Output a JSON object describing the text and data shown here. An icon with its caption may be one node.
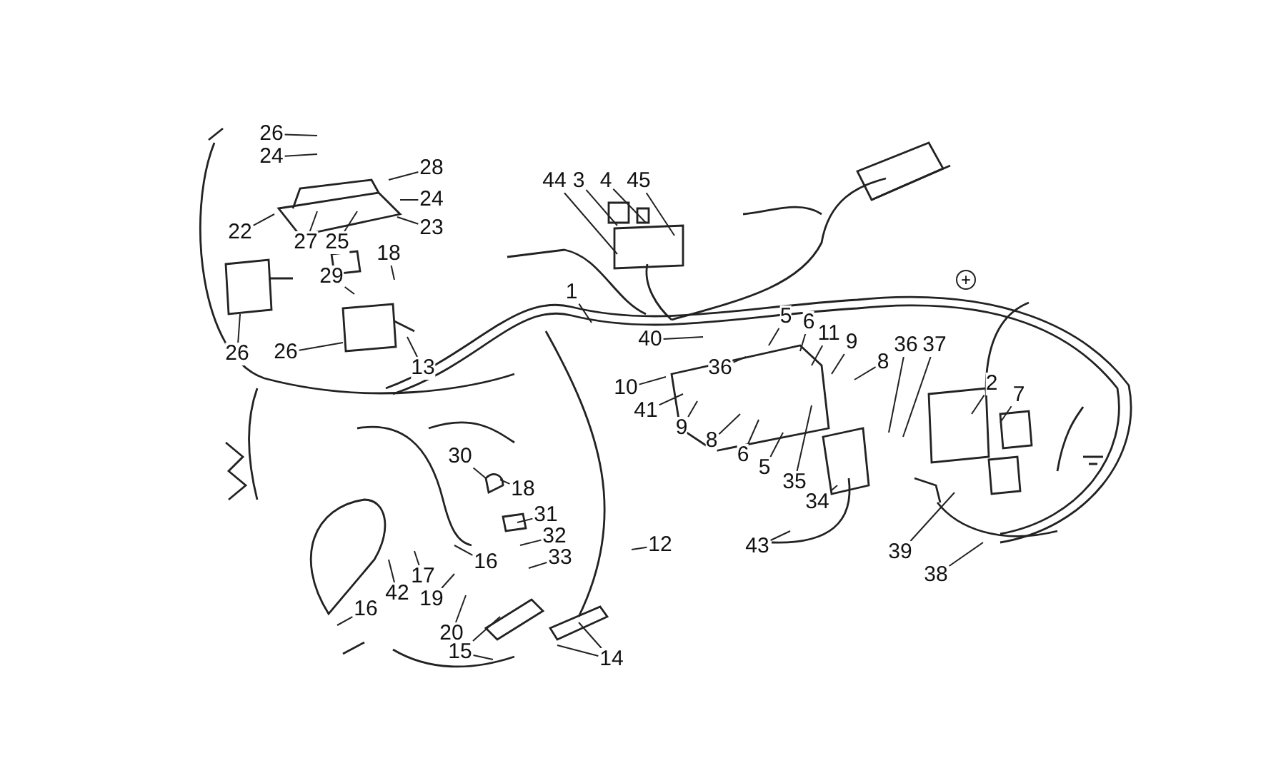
{
  "diagram": {
    "nodes": [
      {
        "text": [
          "26"
        ]
      },
      {
        "text": [
          "24"
        ]
      },
      {
        "text": [
          "28"
        ]
      },
      {
        "text": [
          "24"
        ]
      },
      {
        "text": [
          "23"
        ]
      },
      {
        "text": [
          "22"
        ]
      },
      {
        "text": [
          "27"
        ]
      },
      {
        "text": [
          "25"
        ]
      },
      {
        "text": [
          "29"
        ]
      },
      {
        "text": [
          "18"
        ]
      },
      {
        "text": [
          "26"
        ]
      },
      {
        "text": [
          "26"
        ]
      },
      {
        "text": [
          "13"
        ]
      },
      {
        "text": [
          "44"
        ]
      },
      {
        "text": [
          "3"
        ]
      },
      {
        "text": [
          "4"
        ]
      },
      {
        "text": [
          "45"
        ]
      },
      {
        "text": [
          "1"
        ]
      },
      {
        "text": [
          "5"
        ]
      },
      {
        "text": [
          "6"
        ]
      },
      {
        "text": [
          "11"
        ]
      },
      {
        "text": [
          "9"
        ]
      },
      {
        "text": [
          "40"
        ]
      },
      {
        "text": [
          "36"
        ]
      },
      {
        "text": [
          "36"
        ]
      },
      {
        "text": [
          "37"
        ]
      },
      {
        "text": [
          "8"
        ]
      },
      {
        "text": [
          "10"
        ]
      },
      {
        "text": [
          "41"
        ]
      },
      {
        "text": [
          "9"
        ]
      },
      {
        "text": [
          "8"
        ]
      },
      {
        "text": [
          "6"
        ]
      },
      {
        "text": [
          "5"
        ]
      },
      {
        "text": [
          "35"
        ]
      },
      {
        "text": [
          "34"
        ]
      },
      {
        "text": [
          "2"
        ]
      },
      {
        "text": [
          "7"
        ]
      },
      {
        "text": [
          "43"
        ]
      },
      {
        "text": [
          "39"
        ]
      },
      {
        "text": [
          "38"
        ]
      },
      {
        "text": [
          "30"
        ]
      },
      {
        "text": [
          "18"
        ]
      },
      {
        "text": [
          "31"
        ]
      },
      {
        "text": [
          "32"
        ]
      },
      {
        "text": [
          "33"
        ]
      },
      {
        "text": [
          "12"
        ]
      },
      {
        "text": [
          "16"
        ]
      },
      {
        "text": [
          "17"
        ]
      },
      {
        "text": [
          "42"
        ]
      },
      {
        "text": [
          "19"
        ]
      },
      {
        "text": [
          "16"
        ]
      },
      {
        "text": [
          "20"
        ]
      },
      {
        "text": [
          "15"
        ]
      },
      {
        "text": [
          "14"
        ]
      }
    ],
    "edges": [
      {
        "from": 0,
        "to": null,
        "arrow": "none"
      },
      {
        "from": 1,
        "to": null,
        "arrow": "none"
      },
      {
        "from": 2,
        "to": null,
        "arrow": "none"
      },
      {
        "from": 3,
        "to": null,
        "arrow": "none"
      },
      {
        "from": 4,
        "to": null,
        "arrow": "none"
      },
      {
        "from": 5,
        "to": null,
        "arrow": "none"
      },
      {
        "from": 6,
        "to": null,
        "arrow": "none"
      },
      {
        "from": 7,
        "to": null,
        "arrow": "none"
      },
      {
        "from": 8,
        "to": null,
        "arrow": "none"
      },
      {
        "from": 9,
        "to": null,
        "arrow": "none"
      },
      {
        "from": 10,
        "to": null,
        "arrow": "none"
      },
      {
        "from": 11,
        "to": null,
        "arrow": "none"
      },
      {
        "from": 12,
        "to": null,
        "arrow": "none"
      },
      {
        "from": 13,
        "to": null,
        "arrow": "none"
      },
      {
        "from": 14,
        "to": null,
        "arrow": "none"
      },
      {
        "from": 15,
        "to": null,
        "arrow": "none"
      },
      {
        "from": 16,
        "to": null,
        "arrow": "none"
      },
      {
        "from": 17,
        "to": null,
        "arrow": "none"
      },
      {
        "from": 18,
        "to": null,
        "arrow": "none"
      },
      {
        "from": 19,
        "to": null,
        "arrow": "none"
      },
      {
        "from": 20,
        "to": null,
        "arrow": "none"
      },
      {
        "from": 21,
        "to": null,
        "arrow": "none"
      },
      {
        "from": 22,
        "to": null,
        "arrow": "none"
      },
      {
        "from": 23,
        "to": null,
        "arrow": "none"
      },
      {
        "from": 24,
        "to": null,
        "arrow": "none"
      },
      {
        "from": 25,
        "to": null,
        "arrow": "none"
      },
      {
        "from": 26,
        "to": null,
        "arrow": "none"
      },
      {
        "from": 27,
        "to": null,
        "arrow": "none"
      },
      {
        "from": 28,
        "to": null,
        "arrow": "none"
      },
      {
        "from": 29,
        "to": null,
        "arrow": "none"
      },
      {
        "from": 30,
        "to": null,
        "arrow": "none"
      },
      {
        "from": 31,
        "to": null,
        "arrow": "none"
      },
      {
        "from": 32,
        "to": null,
        "arrow": "none"
      },
      {
        "from": 33,
        "to": null,
        "arrow": "none"
      },
      {
        "from": 34,
        "to": null,
        "arrow": "none"
      },
      {
        "from": 35,
        "to": null,
        "arrow": "none"
      },
      {
        "from": 36,
        "to": null,
        "arrow": "none"
      },
      {
        "from": 37,
        "to": null,
        "arrow": "none"
      },
      {
        "from": 38,
        "to": null,
        "arrow": "none"
      },
      {
        "from": 39,
        "to": null,
        "arrow": "none"
      },
      {
        "from": 40,
        "to": null,
        "arrow": "none"
      },
      {
        "from": 41,
        "to": null,
        "arrow": "none"
      },
      {
        "from": 42,
        "to": null,
        "arrow": "none"
      },
      {
        "from": 43,
        "to": null,
        "arrow": "none"
      },
      {
        "from": 44,
        "to": null,
        "arrow": "none"
      },
      {
        "from": 45,
        "to": null,
        "arrow": "none"
      },
      {
        "from": 46,
        "to": null,
        "arrow": "none"
      },
      {
        "from": 47,
        "to": null,
        "arrow": "none"
      },
      {
        "from": 48,
        "to": null,
        "arrow": "none"
      },
      {
        "from": 49,
        "to": null,
        "arrow": "none"
      },
      {
        "from": 50,
        "to": null,
        "arrow": "none"
      },
      {
        "from": 51,
        "to": null,
        "arrow": "none"
      },
      {
        "from": 52,
        "to": null,
        "arrow": "none"
      },
      {
        "from": 52,
        "to": null,
        "arrow": "none"
      },
      {
        "from": 53,
        "to": null,
        "arrow": "none"
      },
      {
        "from": 53,
        "to": null,
        "arrow": "none"
      }
    ],
    "labels": [
      "+"
    ]
  }
}
